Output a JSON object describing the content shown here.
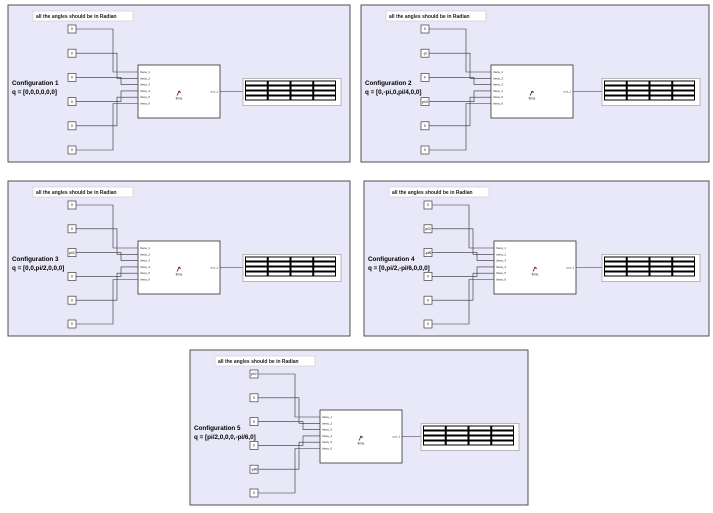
{
  "diagram": {
    "note": "all the angles should be in Radian",
    "subsystem_ports": [
      "theta_1",
      "theta_2",
      "theta_3",
      "theta_4",
      "theta_5",
      "theta_6"
    ],
    "subsystem_label": "fkine",
    "output_port": "out_1",
    "configurations": [
      {
        "title": "Configuration 1",
        "q": "q = [0,0,0,0,0,0]",
        "constants": [
          "0",
          "0",
          "0",
          "0",
          "0",
          "0"
        ]
      },
      {
        "title": "Configuration 2",
        "q": "q = [0,-pi,0,pi/4,0,0]",
        "constants": [
          "0",
          "-pi",
          "0",
          "pi/4",
          "0",
          "0"
        ]
      },
      {
        "title": "Configuration 3",
        "q": "q = [0,0,pi/2,0,0,0]",
        "constants": [
          "0",
          "0",
          "pi/2",
          "0",
          "0",
          "0"
        ]
      },
      {
        "title": "Configuration 4",
        "q": "q = [0,pi/2,-pi/6,0,0,0]",
        "constants": [
          "0",
          "pi/2",
          "-pi/6",
          "0",
          "0",
          "0"
        ]
      },
      {
        "title": "Configuration 5",
        "q": "q = [pi/2,0,0,0,-pi/6,0]",
        "constants": [
          "pi/2",
          "0",
          "0",
          "0",
          "-pi/6",
          "0"
        ]
      }
    ]
  }
}
